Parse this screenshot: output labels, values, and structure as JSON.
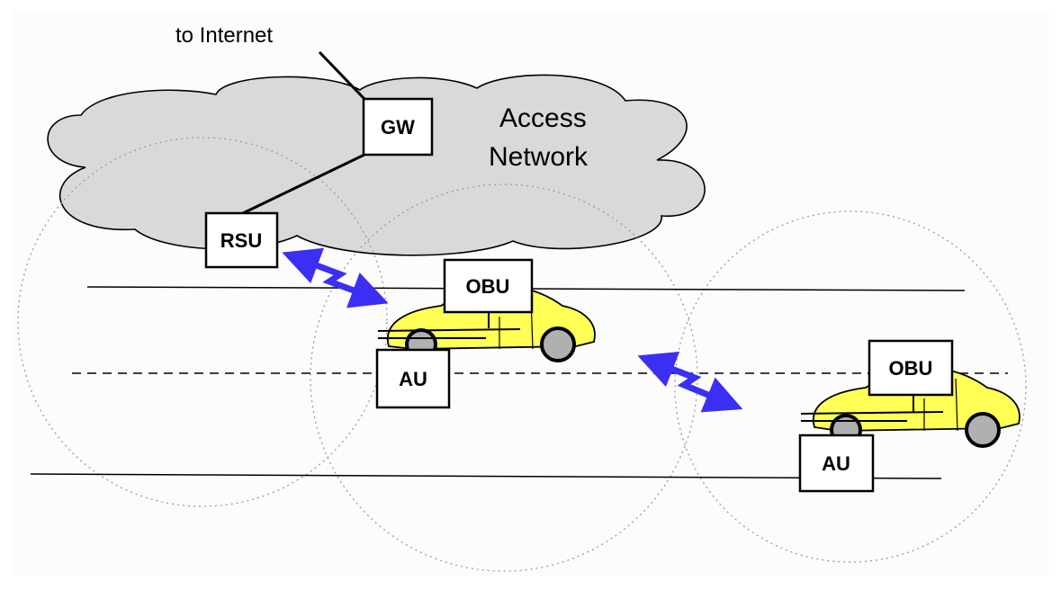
{
  "internet_label": "to Internet",
  "cloud": {
    "label_line1": "Access",
    "label_line2": "Network",
    "fill": "#d9d9d9"
  },
  "nodes": {
    "gw": "GW",
    "rsu": "RSU",
    "car1_obu": "OBU",
    "car1_au": "AU",
    "car2_obu": "OBU",
    "car2_au": "AU"
  },
  "colors": {
    "car_body": "#ffff55",
    "wireless_link": "#3a2ff2",
    "wheel": "#b0b0b0"
  }
}
